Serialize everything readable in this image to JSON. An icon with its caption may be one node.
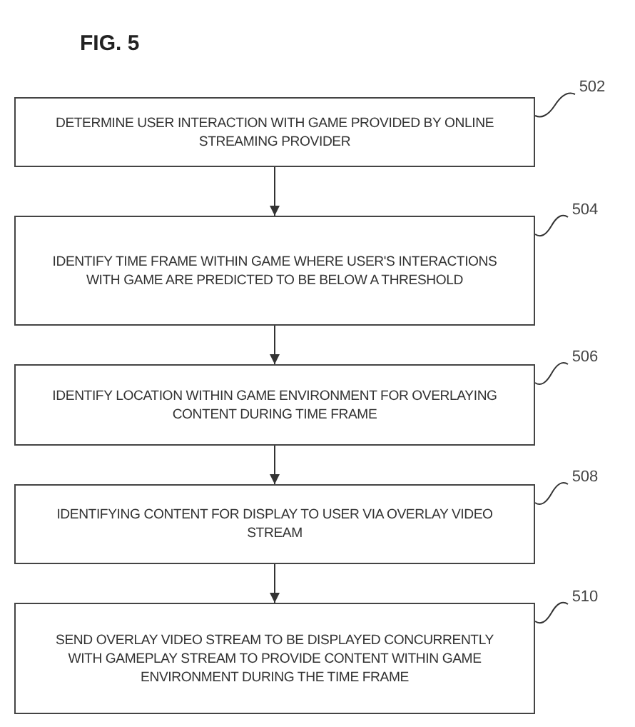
{
  "diagram": {
    "title": "FIG. 5",
    "nodes": [
      {
        "text": [
          "DETERMINE USER INTERACTION WITH GAME PROVIDED BY ONLINE STREAMING PROVIDER"
        ]
      },
      {
        "text": [
          "IDENTIFY TIME FRAME WITHIN GAME WHERE USER'S INTERACTIONS WITH GAME ARE PREDICTED TO BE BELOW A THRESHOLD"
        ]
      },
      {
        "text": [
          "IDENTIFY LOCATION WITHIN GAME ENVIRONMENT FOR OVERLAYING CONTENT DURING TIME FRAME"
        ]
      },
      {
        "text": [
          "IDENTIFYING CONTENT FOR DISPLAY TO USER VIA OVERLAY VIDEO STREAM"
        ]
      },
      {
        "text": [
          "SEND OVERLAY VIDEO STREAM TO BE DISPLAYED CONCURRENTLY WITH GAMEPLAY STREAM TO PROVIDE CONTENT WITHIN GAME ENVIRONMENT DURING THE TIME FRAME"
        ]
      },
      {
        "text": [
          "502"
        ]
      },
      {
        "text": [
          "504"
        ]
      },
      {
        "text": [
          "506"
        ]
      },
      {
        "text": [
          "508"
        ]
      },
      {
        "text": [
          "510"
        ]
      }
    ],
    "edges": [
      {
        "from": 0,
        "to": 1,
        "arrow": "to"
      },
      {
        "from": 1,
        "to": 2,
        "arrow": "to"
      },
      {
        "from": 2,
        "to": 3,
        "arrow": "to"
      },
      {
        "from": 3,
        "to": 4,
        "arrow": "to"
      },
      {
        "from": 5,
        "to": 0,
        "arrow": "none"
      },
      {
        "from": 6,
        "to": 1,
        "arrow": "none"
      },
      {
        "from": 7,
        "to": 2,
        "arrow": "none"
      },
      {
        "from": 8,
        "to": 3,
        "arrow": "none"
      },
      {
        "from": 9,
        "to": 4,
        "arrow": "none"
      }
    ]
  }
}
